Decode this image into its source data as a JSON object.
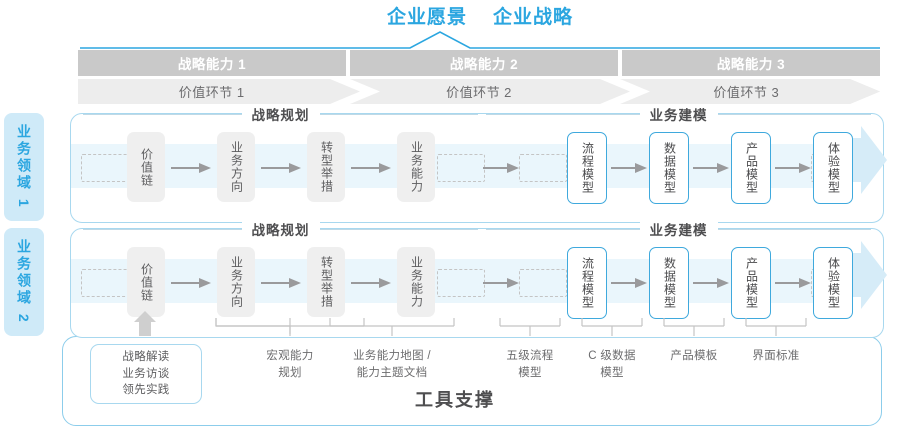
{
  "header": {
    "titles": [
      "企业愿景",
      "企业战略"
    ]
  },
  "capability_band": {
    "items": [
      "战略能力 1",
      "战略能力 2",
      "战略能力 3"
    ]
  },
  "value_band": {
    "items": [
      "价值环节 1",
      "价值环节 2",
      "价值环节 3"
    ]
  },
  "domains": [
    {
      "label": "业务领域 1"
    },
    {
      "label": "业务领域 2"
    }
  ],
  "sections": {
    "left_title": "战略规划",
    "right_title": "业务建模"
  },
  "stages": {
    "left": [
      "价值链",
      "业务方向",
      "转型举措",
      "业务能力"
    ],
    "right": [
      "流程模型",
      "数据模型",
      "产品模型",
      "体验模型"
    ]
  },
  "tools": {
    "boxed": "战略解读\n业务访谈\n领先实践",
    "items": [
      "宏观能力\n规划",
      "业务能力地图 /\n能力主题文档",
      "五级流程\n模型",
      "C 级数据\n模型",
      "产品模板",
      "界面标准"
    ]
  },
  "bottom": {
    "title": "工具支撑"
  },
  "colors": {
    "accent_blue": "#2ba6e0",
    "band_grey": "#c9c9c9",
    "band_light": "#ededed",
    "flow_band": "#eaf6fc",
    "domain_tab": "#cfeaf8",
    "stage_grey": "#efefef",
    "text_grey": "#59595b"
  }
}
